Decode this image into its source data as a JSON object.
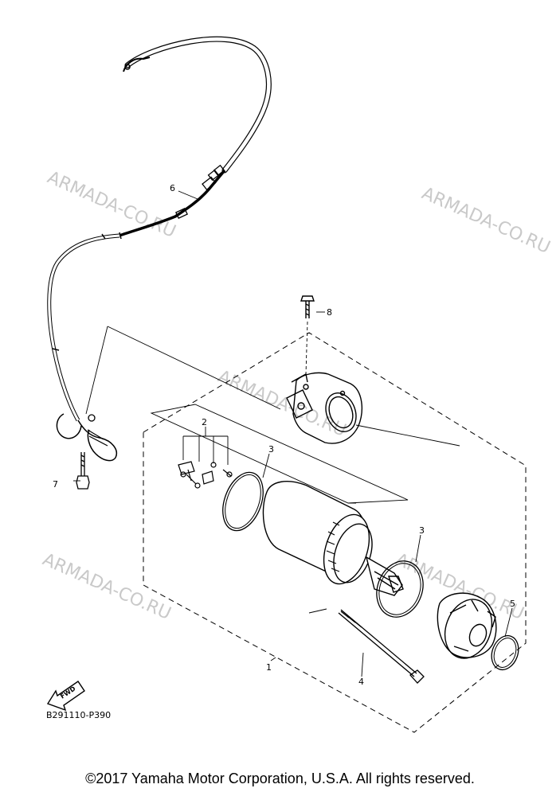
{
  "watermarks": [
    "ARMADA-CO.RU",
    "ARMADA-CO.RU",
    "ARMADA-CO.RU",
    "ARMADA-CO.RU",
    "ARMADA-CO.RU"
  ],
  "callouts": {
    "c1": "1",
    "c2": "2",
    "c3a": "3",
    "c3b": "3",
    "c4": "4",
    "c5": "5",
    "c6": "6",
    "c7": "7",
    "c8": "8"
  },
  "fwd_label": "FWD",
  "diagram_code": "B291110-P390",
  "copyright": "©2017 Yamaha Motor Corporation, U.S.A. All rights reserved."
}
